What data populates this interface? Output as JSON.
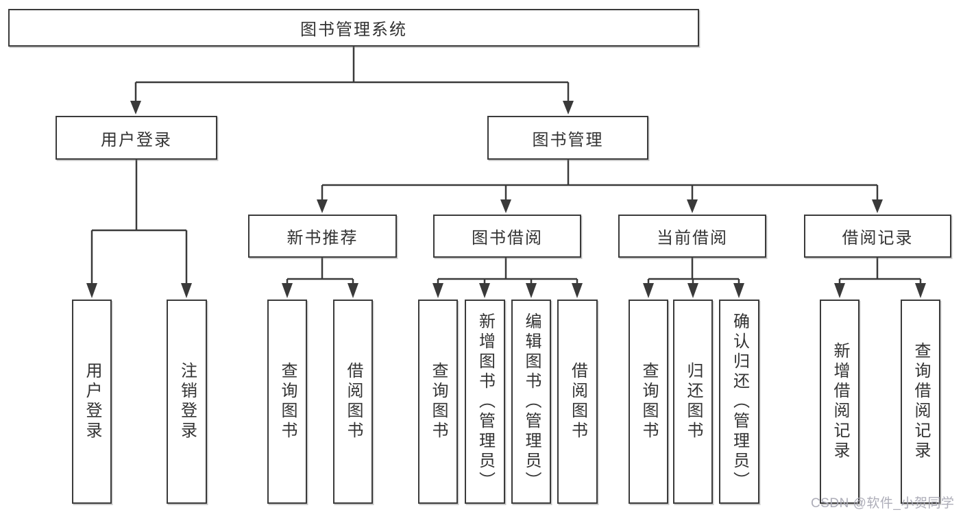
{
  "tree": {
    "label": "图书管理系统",
    "children": [
      {
        "label": "用户登录",
        "children": [
          {
            "label": "用户登录"
          },
          {
            "label": "注销登录"
          }
        ]
      },
      {
        "label": "图书管理",
        "children": [
          {
            "label": "新书推荐",
            "children": [
              {
                "label": "查询图书"
              },
              {
                "label": "借阅图书"
              }
            ]
          },
          {
            "label": "图书借阅",
            "children": [
              {
                "label": "查询图书"
              },
              {
                "label": "新增图书（管理员）"
              },
              {
                "label": "编辑图书（管理员）"
              },
              {
                "label": "借阅图书"
              }
            ]
          },
          {
            "label": "当前借阅",
            "children": [
              {
                "label": "查询图书"
              },
              {
                "label": "归还图书"
              },
              {
                "label": "确认归还（管理员）"
              }
            ]
          },
          {
            "label": "借阅记录",
            "children": [
              {
                "label": "新增借阅记录"
              },
              {
                "label": "查询借阅记录"
              }
            ]
          }
        ]
      }
    ]
  },
  "watermark": {
    "text": "CSDN @软件_小贺同学"
  },
  "colors": {
    "line": "#3a3a3a",
    "border": "#3a3a3a",
    "fill": "#ffffff",
    "text": "#333333",
    "watermark": "#a9a9b5"
  }
}
